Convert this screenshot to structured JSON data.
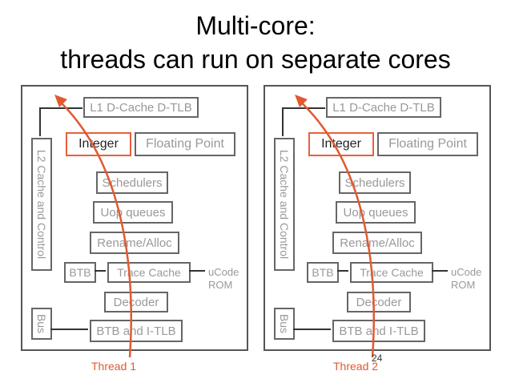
{
  "title": {
    "line1": "Multi-core:",
    "line2": "threads can run on separate cores"
  },
  "core": {
    "l1": "L1 D-Cache D-TLB",
    "integer": "Integer",
    "floating_point": "Floating Point",
    "schedulers": "Schedulers",
    "uop_queues": "Uop queues",
    "rename_alloc": "Rename/Alloc",
    "btb": "BTB",
    "trace_cache": "Trace Cache",
    "ucode_line1": "uCode",
    "ucode_line2": "ROM",
    "decoder": "Decoder",
    "btb_itlb": "BTB and I-TLB",
    "l2": "L2 Cache and Control",
    "bus": "Bus"
  },
  "threads": [
    "Thread 1",
    "Thread 2"
  ],
  "page_number": "24",
  "colors": {
    "thread": "#e05a30",
    "integer_border": "#e8603c"
  }
}
